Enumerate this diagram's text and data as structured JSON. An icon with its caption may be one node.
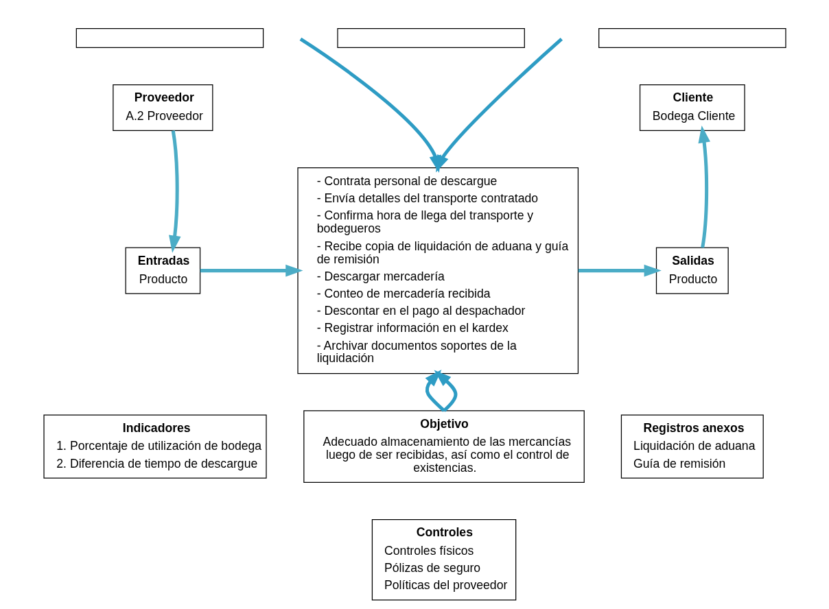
{
  "diagram": {
    "nodes": [
      {
        "text": [],
        "shape": "box"
      },
      {
        "text": [],
        "shape": "box"
      },
      {
        "text": [],
        "shape": "box"
      },
      {
        "text": [
          "Proveedor",
          "A.2 Proveedor"
        ]
      },
      {
        "text": [
          "Entradas",
          "Producto"
        ]
      },
      {
        "text": [
          "- Contrata personal de descargue",
          "- Envía detalles del transporte contratado",
          "- Confirma hora de llega del transporte y bodegueros",
          "- Recibe copia de liquidación de aduana y guía de remisión",
          "- Descargar mercadería",
          "- Conteo de mercadería recibida",
          "- Descontar en el pago al despachador",
          "- Registrar información en el kardex",
          "- Archivar documentos soportes de la liquidación"
        ]
      },
      {
        "text": [
          "Cliente",
          "Bodega Cliente"
        ]
      },
      {
        "text": [
          "Salidas",
          "Producto"
        ]
      },
      {
        "text": [
          "Indicadores",
          "1. Porcentaje de utilización de bodega",
          "2. Diferencia de tiempo de descargue"
        ]
      },
      {
        "text": [
          "Objetivo",
          "Adecuado almacenamiento de las mercancías luego de ser recibidas, así como el control de existencias."
        ]
      },
      {
        "text": [
          "Registros anexos",
          "Liquidación de aduana",
          "Guía de remisión"
        ]
      },
      {
        "text": [
          "Controles",
          "Controles físicos",
          "Pólizas de seguro",
          "Políticas del proveedor"
        ]
      }
    ],
    "edges": [
      {
        "from": null,
        "to": 5,
        "arrow": "to",
        "color": "#2e9cc4"
      },
      {
        "from": null,
        "to": 5,
        "arrow": "to",
        "color": "#2e9cc4"
      },
      {
        "from": 3,
        "to": 4,
        "arrow": "to"
      },
      {
        "from": 4,
        "to": 5,
        "arrow": "to"
      },
      {
        "from": 5,
        "to": 7,
        "arrow": "to"
      },
      {
        "from": 7,
        "to": 6,
        "arrow": "to"
      },
      {
        "from": 9,
        "to": 5,
        "arrow": "to",
        "color": "#2e9cc4"
      },
      {
        "from": 9,
        "to": 5,
        "arrow": "to",
        "color": "#2e9cc4"
      }
    ]
  }
}
